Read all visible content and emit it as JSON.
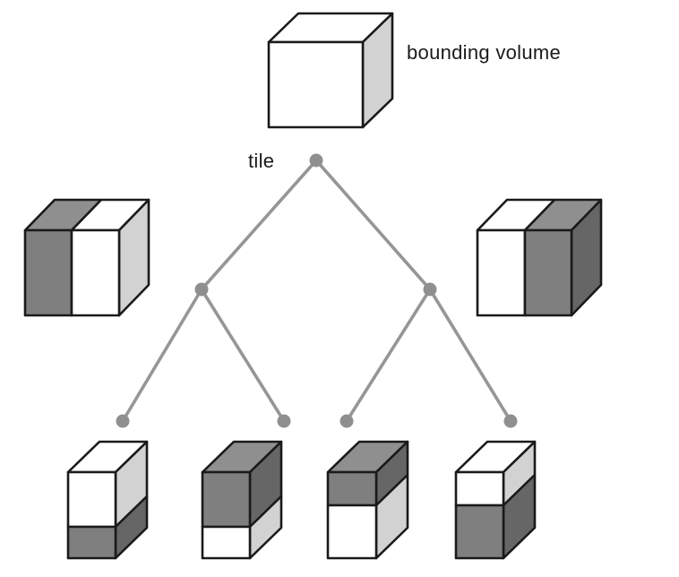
{
  "labels": {
    "bounding_volume": "bounding volume",
    "tile": "tile"
  },
  "palette": {
    "background": "#ffffff",
    "outline": "#1a1a1a",
    "text": "#1a1a1a",
    "tree_line": "#969696",
    "tree_node": "#8f8f8f",
    "face_white": "#ffffff",
    "face_front_dark": "#7f7f7f",
    "face_top_gray": "#8f8f8f",
    "face_side_light": "#d2d2d2",
    "face_side_dark": "#666666"
  },
  "hierarchy": {
    "root": {
      "label": "tile",
      "cube": "bounding volume",
      "shading": "all white, light-gray right side"
    },
    "level_1": [
      {
        "name": "left-child",
        "split": "vertical halves",
        "dark_half": "left"
      },
      {
        "name": "right-child",
        "split": "vertical halves",
        "dark_half": "right"
      }
    ],
    "level_2": [
      {
        "name": "leaf-1",
        "split": "horizontal",
        "dark_part": "bottom",
        "split_from_top": 0.63
      },
      {
        "name": "leaf-2",
        "split": "horizontal",
        "dark_part": "top",
        "split_from_top": 0.63
      },
      {
        "name": "leaf-3",
        "split": "horizontal",
        "dark_part": "top",
        "split_from_top": 0.38
      },
      {
        "name": "leaf-4",
        "split": "horizontal",
        "dark_part": "bottom",
        "split_from_top": 0.38
      }
    ]
  }
}
